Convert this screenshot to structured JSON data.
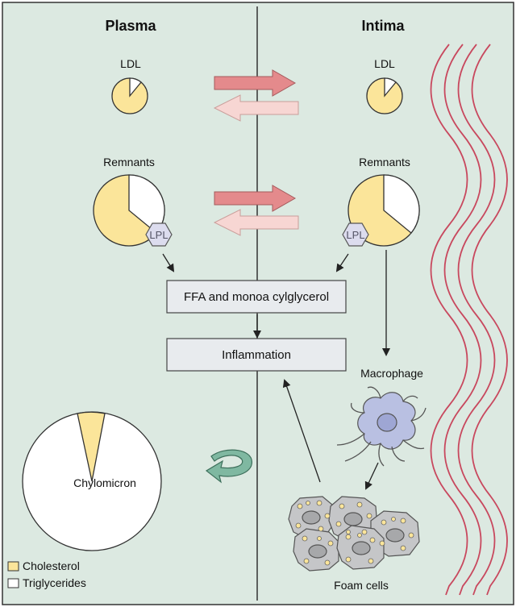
{
  "headers": {
    "plasma": "Plasma",
    "intima": "Intima"
  },
  "labels": {
    "ldl": "LDL",
    "remnants": "Remnants",
    "lpl": "LPL",
    "ffa_box": "FFA and monoa cylglycerol",
    "inflammation_box": "Inflammation",
    "macrophage": "Macrophage",
    "chylomicron": "Chylomicron",
    "foam_cells": "Foam cells"
  },
  "legend": {
    "cholesterol": "Cholesterol",
    "triglycerides": "Triglycerides"
  },
  "colors": {
    "background": "#dce9e1",
    "cholesterol": "#fbe59a",
    "triglycerides": "#ffffff",
    "arrow_forward": "#e48a8c",
    "arrow_back": "#f7d6d3",
    "recycle_arrow": "#7fb8a1",
    "elastic_fibers": "#c8485e",
    "macrophage": "#b9c0e2",
    "foam_cell": "#c5c6c8",
    "box_fill": "#e8ebee"
  }
}
